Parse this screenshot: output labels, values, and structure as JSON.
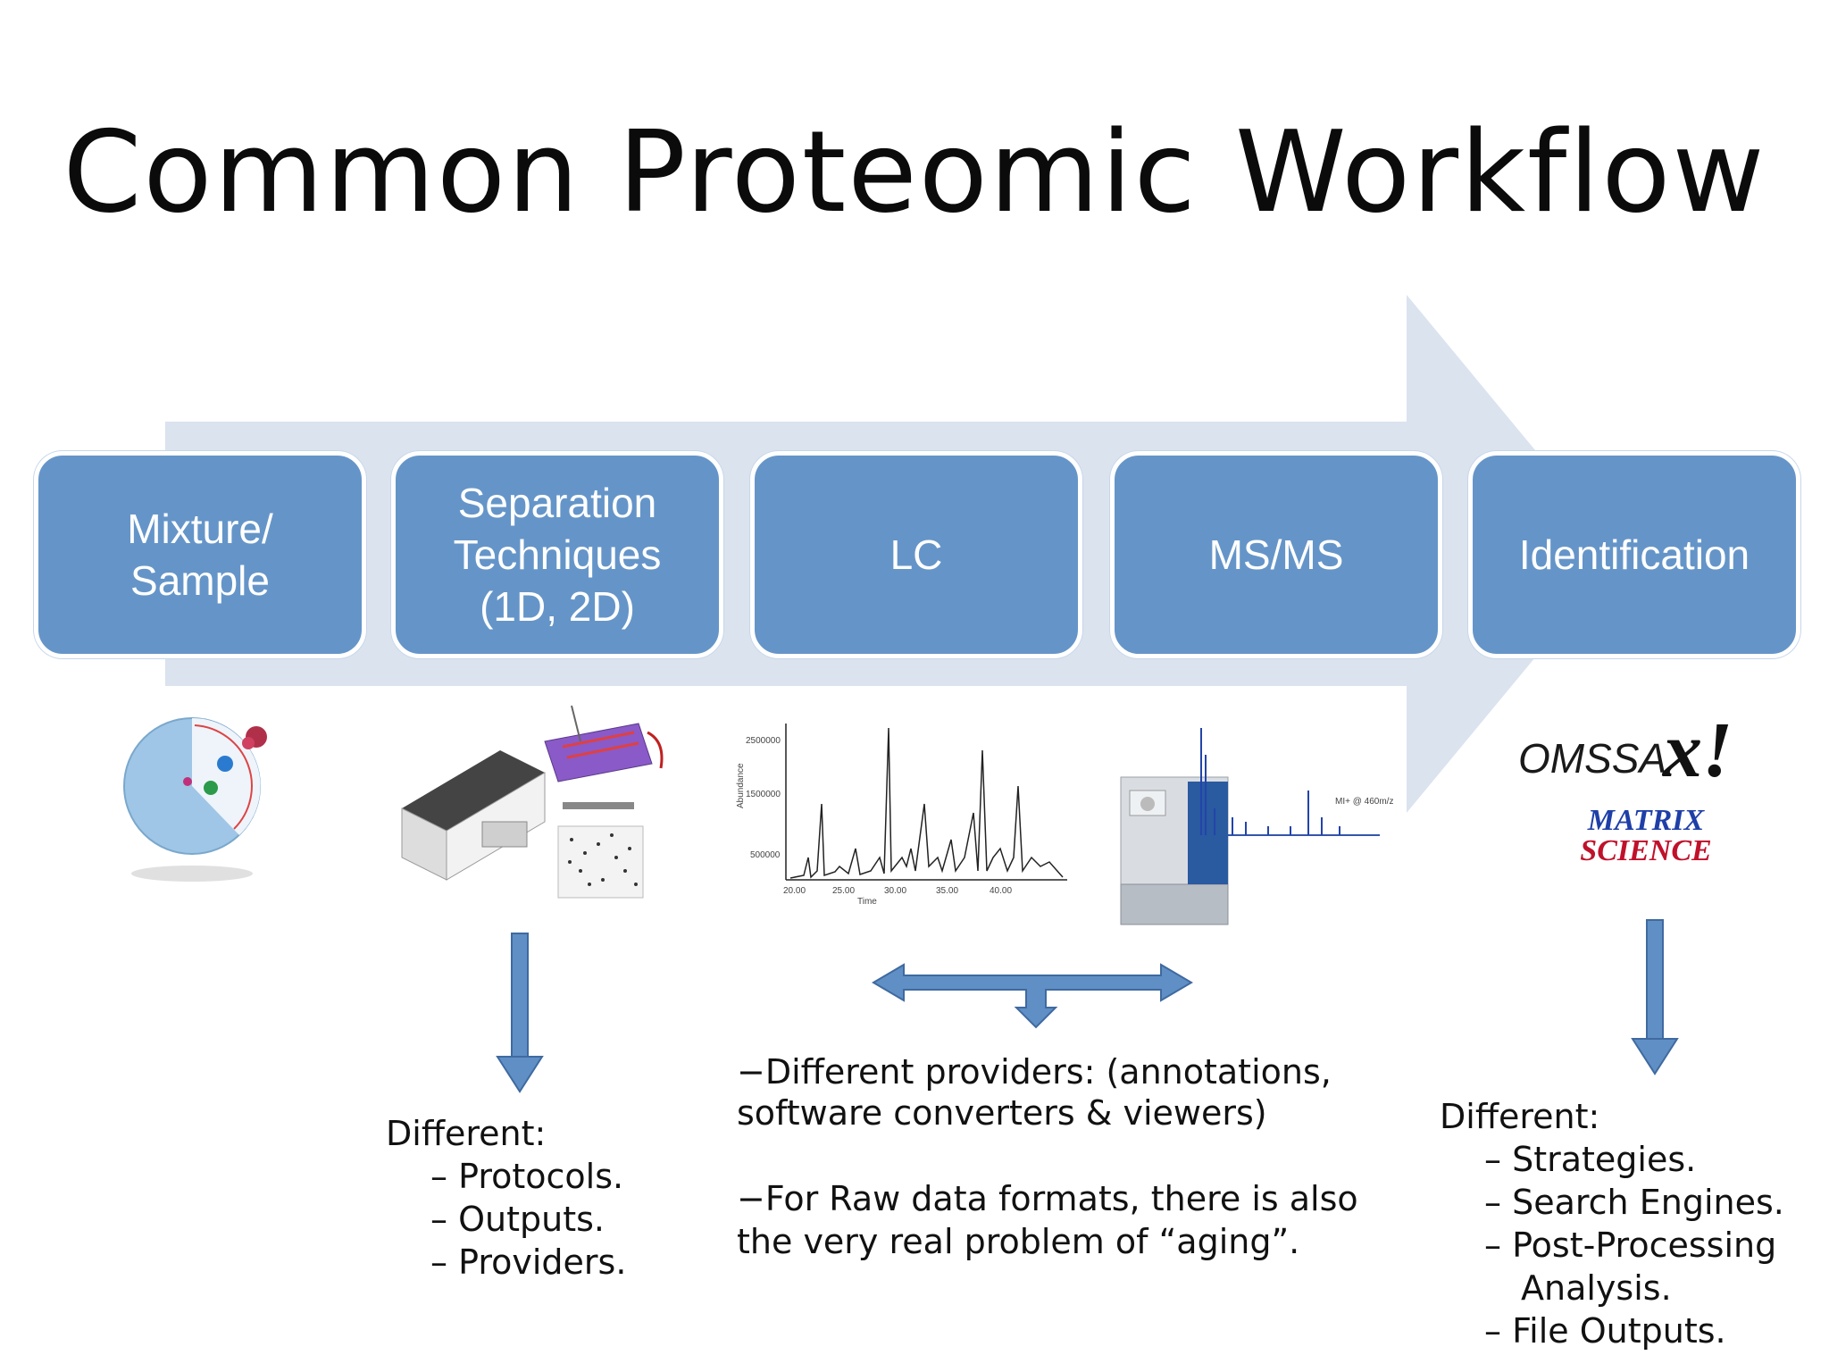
{
  "title": "Common Proteomic Workflow",
  "steps": [
    {
      "label": "Mixture/\nSample"
    },
    {
      "label": "Separation\nTechniques\n(1D, 2D)"
    },
    {
      "label": "LC"
    },
    {
      "label": "MS/MS"
    },
    {
      "label": "Identification"
    }
  ],
  "separation_notes": {
    "heading": "Different:",
    "items": [
      "Protocols.",
      "Outputs.",
      "Providers."
    ]
  },
  "data_notes": {
    "line1": "−Different providers: (annotations,",
    "line2": "software converters & viewers)",
    "line3": "−For Raw data formats, there is also",
    "line4": "the very real problem of “aging”."
  },
  "identification_notes": {
    "heading": "Different:",
    "items": [
      "Strategies.",
      "Search Engines.",
      "Post-Processing",
      "Analysis.",
      "File Outputs."
    ]
  },
  "logos": {
    "omssa": "OMSSA",
    "xtandem": "x!",
    "matrix": "MATRIX",
    "science": "SCIENCE"
  },
  "chromatogram": {
    "y_ticks": [
      "2500000",
      "1500000",
      "500000"
    ],
    "x_ticks": [
      "20.00",
      "25.00",
      "30.00",
      "35.00",
      "40.00"
    ],
    "y_label": "Abundance",
    "x_label": "Time"
  },
  "spectrum": {
    "annotation": "MI+ @ 460m/z"
  },
  "colors": {
    "box": "#6595c8",
    "arrow_bg": "#d6e0ee",
    "arrow_blue": "#5f8fc5"
  }
}
